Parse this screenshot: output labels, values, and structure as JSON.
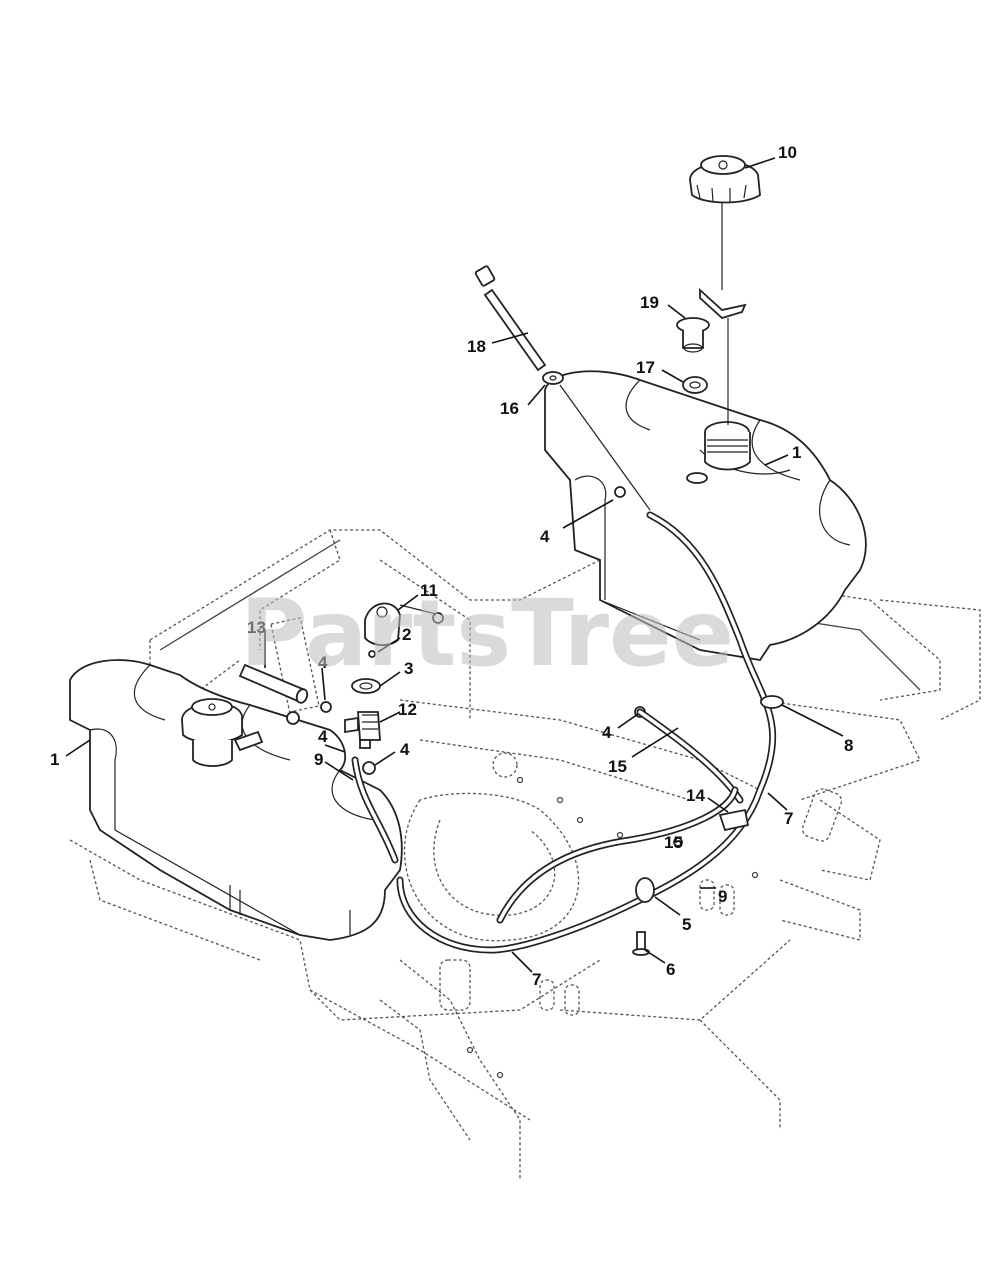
{
  "watermark": "PartsTree",
  "callouts": {
    "c10": "10",
    "c19": "19",
    "c18": "18",
    "c17": "17",
    "c16": "16",
    "c1_right": "1",
    "c4_tank": "4",
    "c11": "11",
    "c2": "2",
    "c13": "13",
    "c4_a": "4",
    "c3": "3",
    "c12": "12",
    "c4_b": "4",
    "c4_c": "4",
    "c9_left": "9",
    "c1_left": "1",
    "c4_d": "4",
    "c8": "8",
    "c15_a": "15",
    "c14": "14",
    "c7_right": "7",
    "c15_b": "15",
    "c9_right": "9",
    "c5": "5",
    "c6": "6",
    "c7_bottom": "7"
  }
}
